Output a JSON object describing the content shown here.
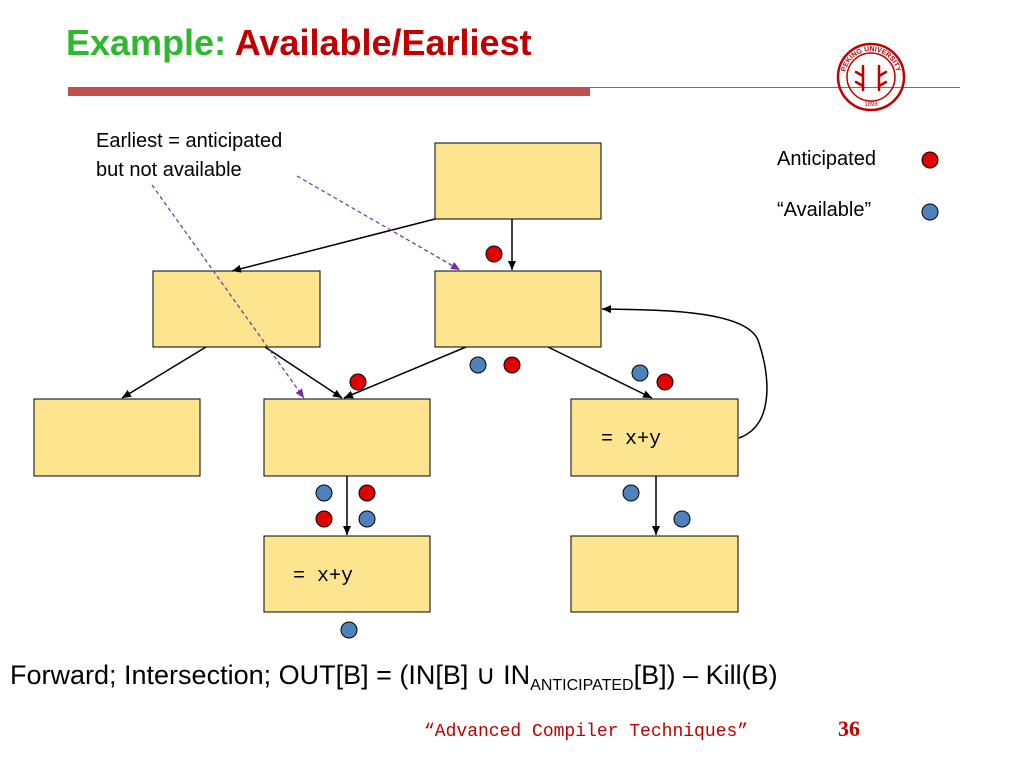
{
  "title": {
    "prefix": "Example:",
    "main": "Available/Earliest"
  },
  "callout": {
    "line1": "Earliest = anticipated",
    "line2": "but not available"
  },
  "legend": {
    "anticipated_label": "Anticipated",
    "available_label": "“Available”",
    "anticipated_color": "#e00000",
    "available_color": "#4f81bd"
  },
  "blocks": {
    "middle_right_code": "= x+y",
    "bottom_left_code": "= x+y"
  },
  "formula": {
    "part1": "Forward; Intersection; OUT[B] = (IN[B] ∪ IN",
    "subscript": "ANTICIPATED",
    "part2": "[B]) – Kill(B)"
  },
  "footer": {
    "course": "“Advanced Compiler Techniques”",
    "page_number": "36"
  },
  "logo": {
    "text": "PEKING UNIVERSITY",
    "year": "1898",
    "color": "#c00000"
  },
  "colors": {
    "box_fill": "#fde58f",
    "box_stroke": "#000000",
    "hint_arrow": "#7030a0"
  }
}
